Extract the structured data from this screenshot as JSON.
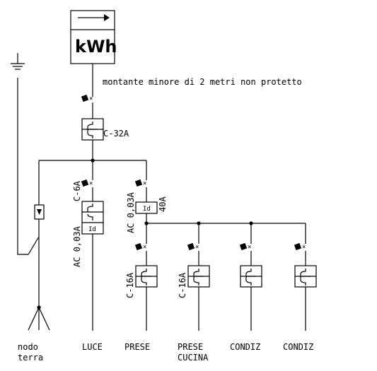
{
  "meter": {
    "label": "kWh"
  },
  "riser_note": "montante minore di 2 metri non protetto",
  "main_breaker": {
    "label": "C-32A"
  },
  "luce": {
    "breaker_label": "C-6A",
    "rcd_label": "AC 0,03A",
    "rcd_symbol": "Id"
  },
  "prese_rcd": {
    "label": "AC 0,03A",
    "rating": "40A",
    "symbol": "Id"
  },
  "branches": [
    {
      "breaker_label": "C-16A"
    },
    {
      "breaker_label": "C-16A"
    },
    {
      "breaker_label": ""
    },
    {
      "breaker_label": ""
    }
  ],
  "footer": {
    "nodo": "nodo",
    "terra": "terra",
    "luce": "LUCE",
    "prese": "PRESE",
    "prese_cucina_1": "PRESE",
    "prese_cucina_2": "CUCINA",
    "condiz_1": "CONDIZ",
    "condiz_2": "CONDIZ"
  }
}
